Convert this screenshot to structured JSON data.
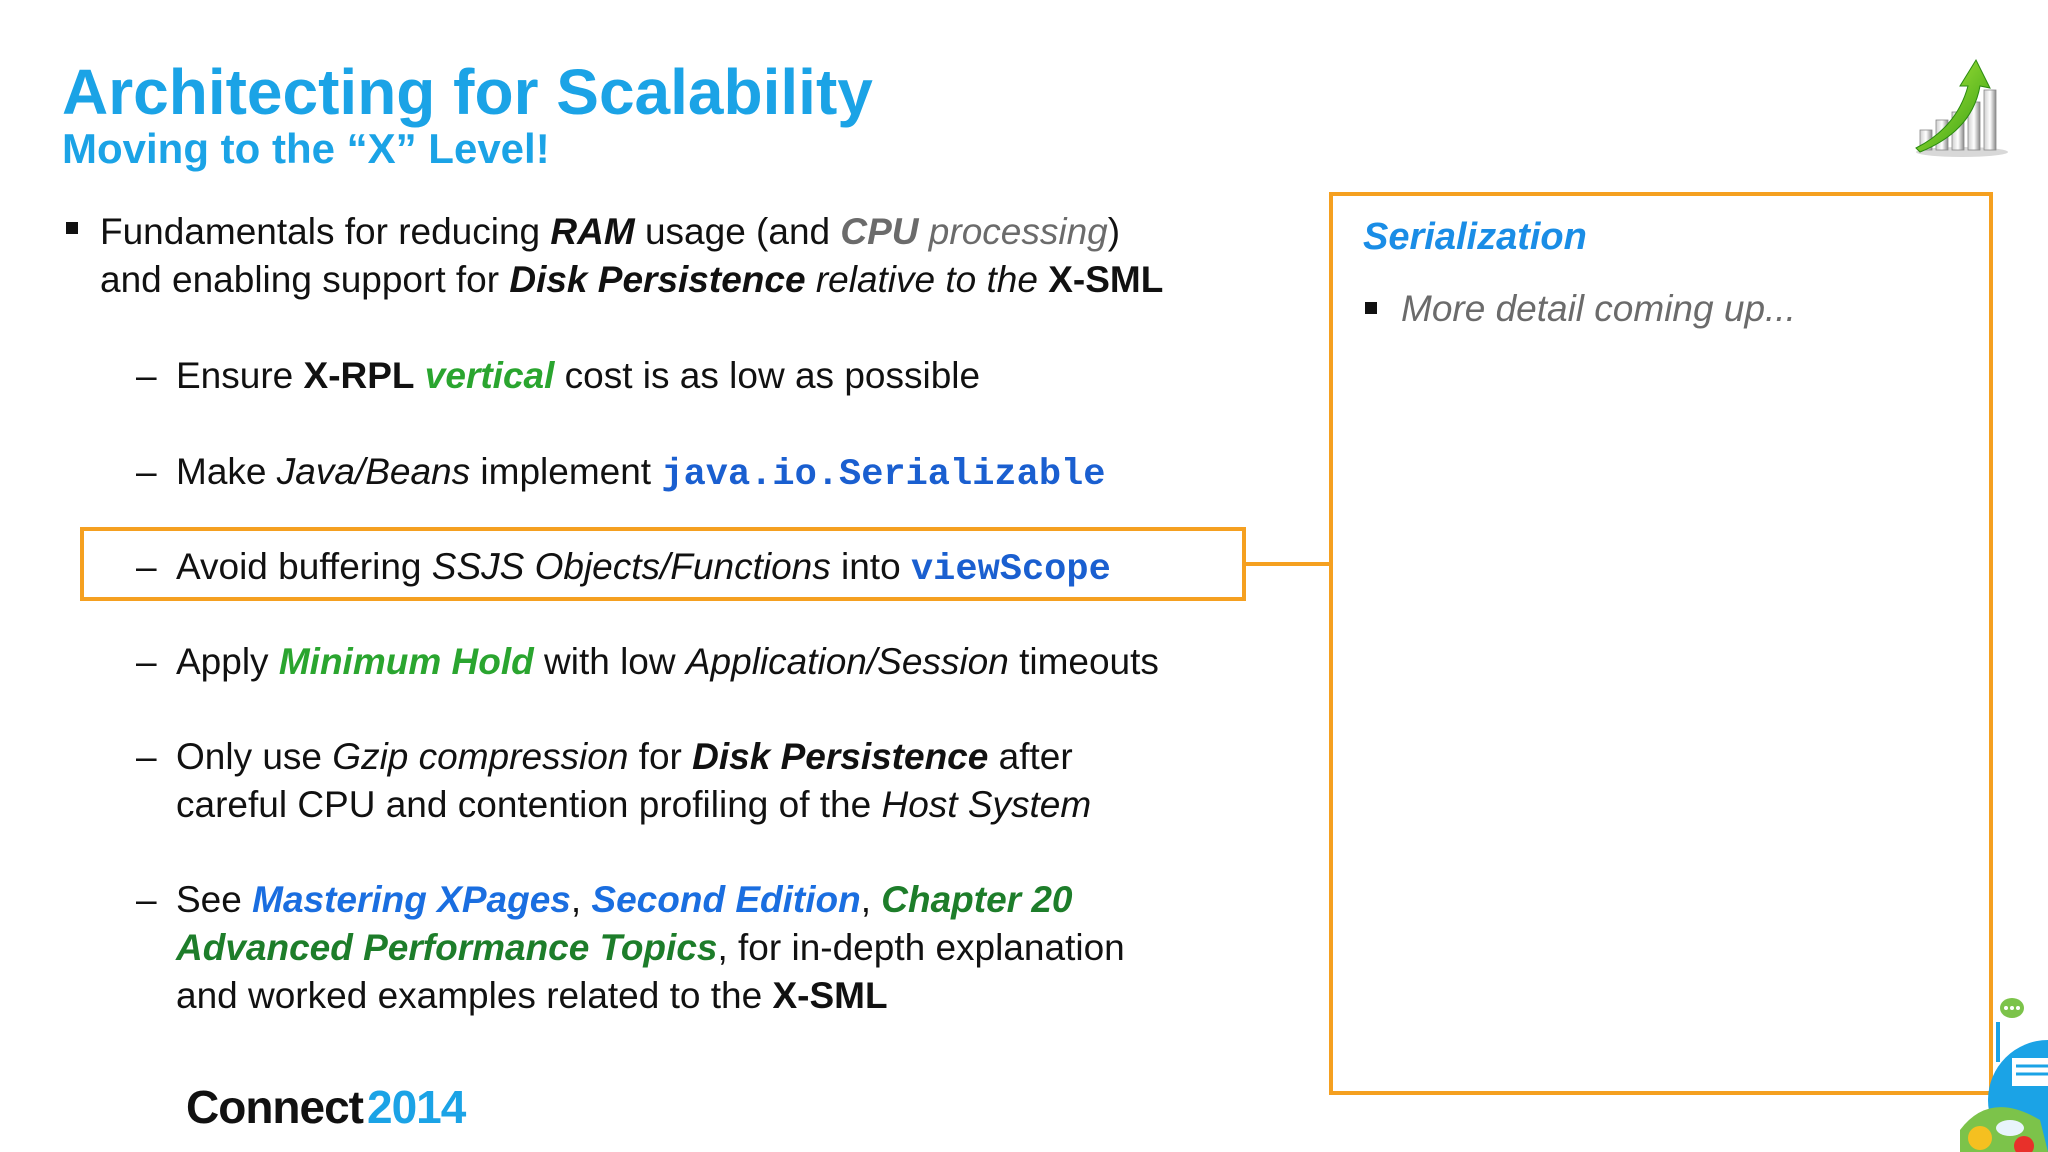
{
  "slide": {
    "title": "Architecting for Scalability",
    "subtitle": "Moving to the “X” Level!",
    "main_bullet": {
      "line1": [
        {
          "t": "Fundamentals for reducing ",
          "s": ""
        },
        {
          "t": "RAM",
          "s": "bold ital"
        },
        {
          "t": " usage (and ",
          "s": ""
        },
        {
          "t": "CPU",
          "s": "bold ital gray"
        },
        {
          "t": " processing",
          "s": "ital gray"
        },
        {
          "t": ")",
          "s": ""
        }
      ],
      "line2": [
        {
          "t": "and enabling support for ",
          "s": ""
        },
        {
          "t": "Disk Persistence",
          "s": "bold ital"
        },
        {
          "t": " relative to the ",
          "s": "ital"
        },
        {
          "t": "X-SML",
          "s": "bold"
        }
      ]
    },
    "sub_items": [
      {
        "lines": [
          [
            {
              "t": "Ensure ",
              "s": ""
            },
            {
              "t": "X-RPL",
              "s": "bold"
            },
            {
              "t": " ",
              "s": ""
            },
            {
              "t": "vertical",
              "s": "bold ital green"
            },
            {
              "t": " cost is as low as possible",
              "s": ""
            }
          ]
        ]
      },
      {
        "lines": [
          [
            {
              "t": "Make ",
              "s": ""
            },
            {
              "t": "Java/Beans",
              "s": "ital"
            },
            {
              "t": " implement ",
              "s": ""
            },
            {
              "t": "java.io.Serializable",
              "s": "code"
            }
          ]
        ]
      },
      {
        "lines": [
          [
            {
              "t": "Avoid buffering ",
              "s": ""
            },
            {
              "t": "SSJS Objects/Functions",
              "s": "ital"
            },
            {
              "t": " into ",
              "s": ""
            },
            {
              "t": "viewScope",
              "s": "code"
            }
          ]
        ]
      },
      {
        "lines": [
          [
            {
              "t": "Apply ",
              "s": ""
            },
            {
              "t": "Minimum Hold",
              "s": "bold ital green"
            },
            {
              "t": " with low ",
              "s": ""
            },
            {
              "t": "Application/Session",
              "s": "ital"
            },
            {
              "t": " timeouts",
              "s": ""
            }
          ]
        ]
      },
      {
        "lines": [
          [
            {
              "t": "Only use ",
              "s": ""
            },
            {
              "t": "Gzip compression",
              "s": "ital"
            },
            {
              "t": " for ",
              "s": ""
            },
            {
              "t": "Disk Persistence",
              "s": "bold ital"
            },
            {
              "t": " after",
              "s": ""
            }
          ],
          [
            {
              "t": "careful CPU and contention profiling of the ",
              "s": ""
            },
            {
              "t": "Host System",
              "s": "ital"
            }
          ]
        ]
      },
      {
        "lines": [
          [
            {
              "t": "See ",
              "s": ""
            },
            {
              "t": "Mastering XPages",
              "s": "bold ital blue"
            },
            {
              "t": ", ",
              "s": ""
            },
            {
              "t": "Second Edition",
              "s": "bold ital blue"
            },
            {
              "t": ", ",
              "s": ""
            },
            {
              "t": "Chapter 20",
              "s": "bold ital darkgreen"
            }
          ],
          [
            {
              "t": "Advanced Performance Topics",
              "s": "bold ital darkgreen"
            },
            {
              "t": ", for in-depth explanation",
              "s": ""
            }
          ],
          [
            {
              "t": "and worked examples related to the ",
              "s": ""
            },
            {
              "t": "X-SML",
              "s": "bold"
            }
          ]
        ]
      }
    ],
    "sub_dash": "–",
    "callout": {
      "title": "Serialization",
      "item": "More detail coming up..."
    },
    "brand": {
      "word": "Connect",
      "year": "2014"
    },
    "icons": {
      "logo": "growth-chart-arrow-icon",
      "decoration": "social-cloud-decoration-icon"
    },
    "colors": {
      "title": "#1ba3e6",
      "accent_border": "#f5a020",
      "code": "#1a5fd0",
      "green": "#2aa52f"
    }
  }
}
